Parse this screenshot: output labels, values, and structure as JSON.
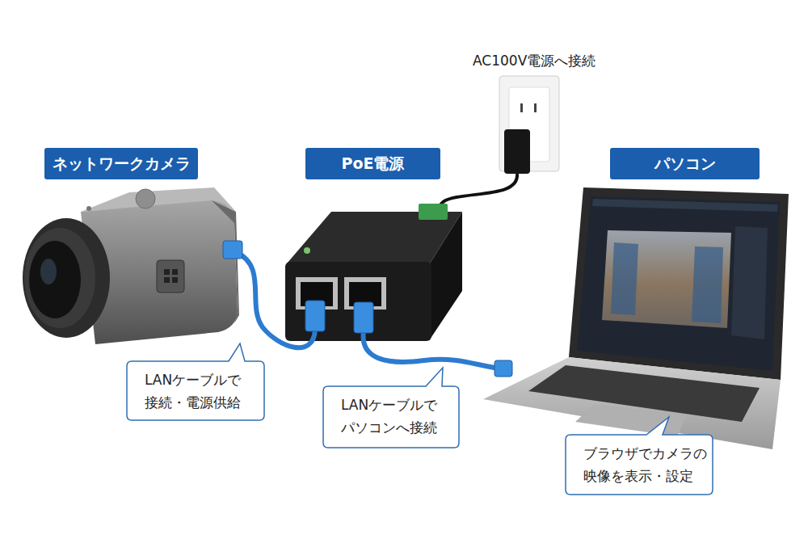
{
  "diagram": {
    "nodes": [
      {
        "text": [
          "ネットワークカメラ"
        ]
      },
      {
        "text": [
          "PoE電源"
        ]
      },
      {
        "text": [
          "パソコン"
        ]
      },
      {
        "text": [
          "LANケーブルで 接続・電源供給"
        ]
      },
      {
        "text": [
          "LANケーブルで パソコンへ接続"
        ]
      },
      {
        "text": [
          "ブラウザでカメラの 映像を表示・設定"
        ]
      }
    ],
    "labels": [
      "AC100V電源へ接続"
    ]
  }
}
